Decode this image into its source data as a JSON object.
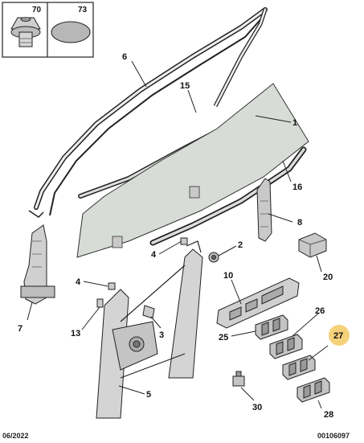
{
  "footer": {
    "date": "06/2022",
    "reference": "00106097"
  },
  "inset": {
    "left_label": "70",
    "right_label": "73"
  },
  "callouts": {
    "glass": "1",
    "guide_rail_2": "2",
    "clip_3": "3",
    "stop_4a": "4",
    "stop_4b": "4",
    "regulator": "5",
    "outer_seal": "6",
    "lower_channel": "7",
    "bracket_8": "8",
    "switch_panel": "10",
    "fastener_13": "13",
    "inner_strip": "15",
    "lower_strip": "16",
    "motor_module": "20",
    "switch_25": "25",
    "switch_26": "26",
    "switch_27": "27",
    "switch_28": "28",
    "grommet_30": "30"
  },
  "colors": {
    "highlight": "#f5d27a",
    "line": "#222222",
    "glass_fill": "#d8dcd6",
    "part_fill": "#c9c9c9"
  }
}
